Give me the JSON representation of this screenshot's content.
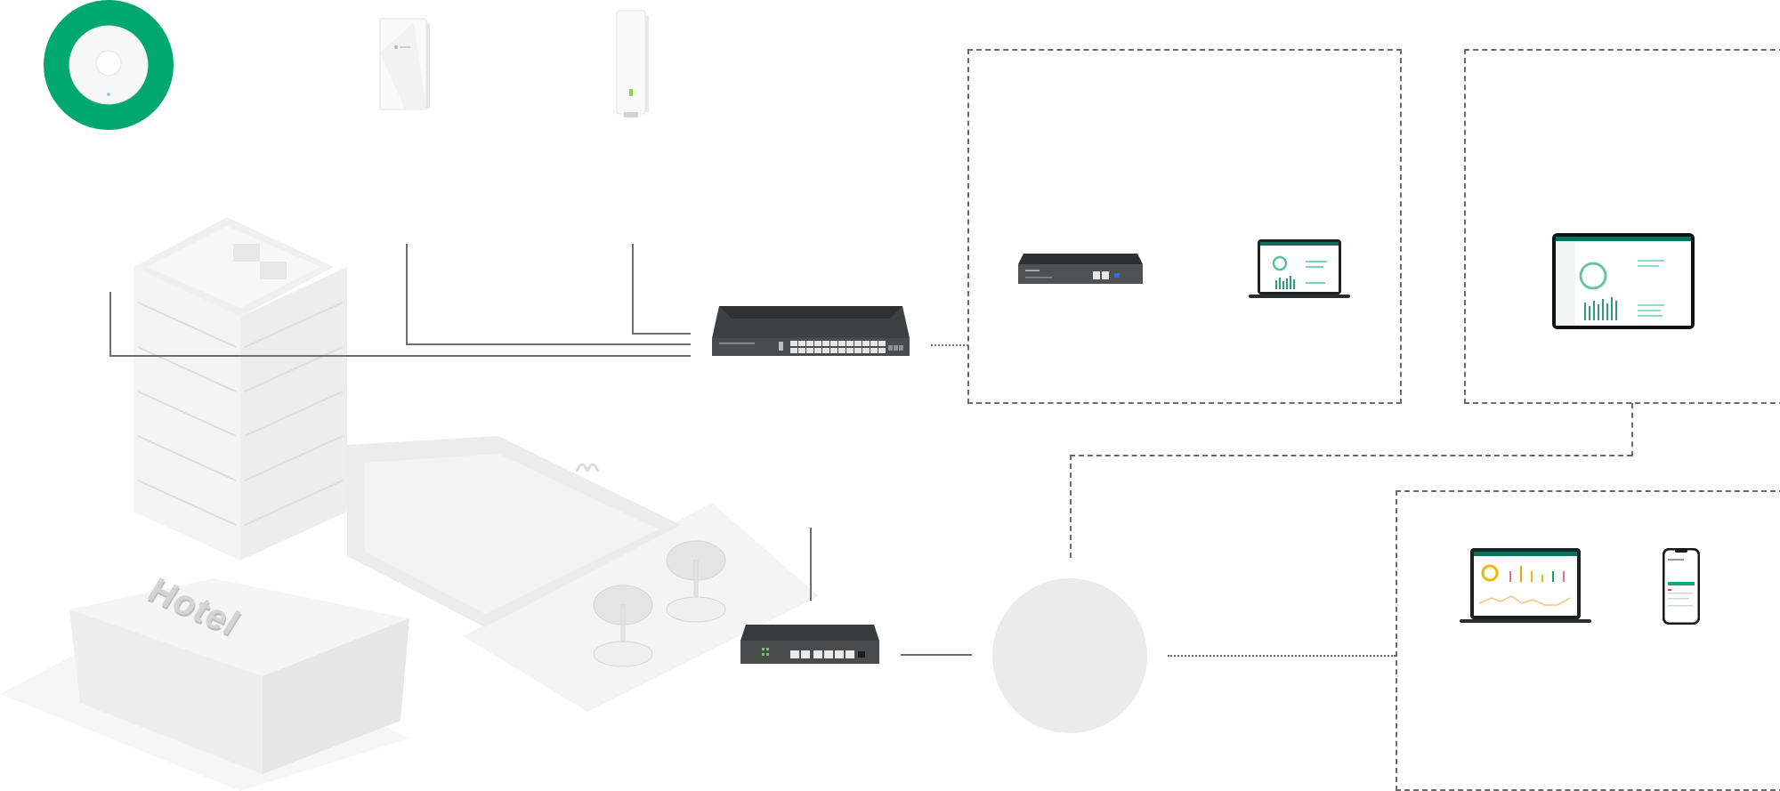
{
  "diagram": {
    "scene": {
      "building_label": "Hotel"
    },
    "colors": {
      "accent_green": "#00a870",
      "device_dark": "#3a3b3d",
      "connector_gray": "#6e6e6e",
      "dash_gray": "#6b6b6b",
      "cloud_fill": "#ebebeb",
      "scene_gray": "#eeeeee"
    },
    "nodes": [
      {
        "id": "ceiling-ap",
        "icon": "ceiling-access-point-icon",
        "highlighted": true
      },
      {
        "id": "wall-ap",
        "icon": "wall-plate-access-point-icon"
      },
      {
        "id": "outdoor-ap",
        "icon": "outdoor-access-point-icon"
      },
      {
        "id": "poe-switch",
        "icon": "rackmount-switch-icon",
        "ports": 24
      },
      {
        "id": "gateway-router",
        "icon": "vpn-router-icon",
        "ports": 6
      },
      {
        "id": "internet",
        "icon": "cloud-circle-icon"
      },
      {
        "id": "hardware-controller",
        "icon": "hardware-controller-icon"
      },
      {
        "id": "local-laptop",
        "icon": "laptop-dashboard-icon"
      },
      {
        "id": "cloud-tablet",
        "icon": "tablet-dashboard-icon"
      },
      {
        "id": "remote-laptop",
        "icon": "laptop-dashboard-icon"
      },
      {
        "id": "remote-phone",
        "icon": "phone-app-icon"
      }
    ],
    "groups": [
      {
        "id": "local-management-group",
        "members": [
          "hardware-controller",
          "local-laptop"
        ]
      },
      {
        "id": "cloud-management-group",
        "members": [
          "cloud-tablet"
        ]
      },
      {
        "id": "remote-access-group",
        "members": [
          "remote-laptop",
          "remote-phone"
        ]
      }
    ]
  }
}
